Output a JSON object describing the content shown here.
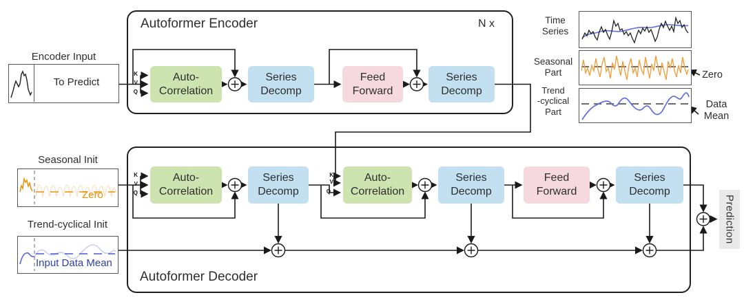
{
  "palette": {
    "block_green": "#cde3b0",
    "block_blue": "#c3e0f1",
    "block_pink": "#f6d9de",
    "series_orange": "#f0a03f",
    "series_blue": "#5f6fdd",
    "prediction_bg": "#e9e9e9",
    "wire": "#1a1a1a"
  },
  "encoder_input": {
    "label": "Encoder Input",
    "value": "To Predict"
  },
  "encoder": {
    "title": "Autoformer Encoder",
    "repeat": "N x"
  },
  "decoder": {
    "title": "Autoformer Decoder"
  },
  "attention": {
    "k": "K",
    "v": "V",
    "q": "Q"
  },
  "blocks": {
    "auto_correlation": {
      "line1": "Auto-",
      "line2": "Correlation"
    },
    "series_decomp": {
      "line1": "Series",
      "line2": "Decomp"
    },
    "feed_forward": {
      "line1": "Feed",
      "line2": "Forward"
    }
  },
  "legend": {
    "time_series": {
      "label": "Time\nSeries"
    },
    "seasonal": {
      "label": "Seasonal\nPart",
      "annotation": "Zero"
    },
    "trend": {
      "label": "Trend\n-cyclical\nPart",
      "annotation": "Data\nMean"
    }
  },
  "decoder_inputs": {
    "seasonal_init": {
      "label": "Seasonal Init",
      "annotation": "Zero"
    },
    "trend_init": {
      "label": "Trend-cyclical Init",
      "annotation": "Input Data Mean"
    }
  },
  "output": {
    "label": "Prediction"
  }
}
